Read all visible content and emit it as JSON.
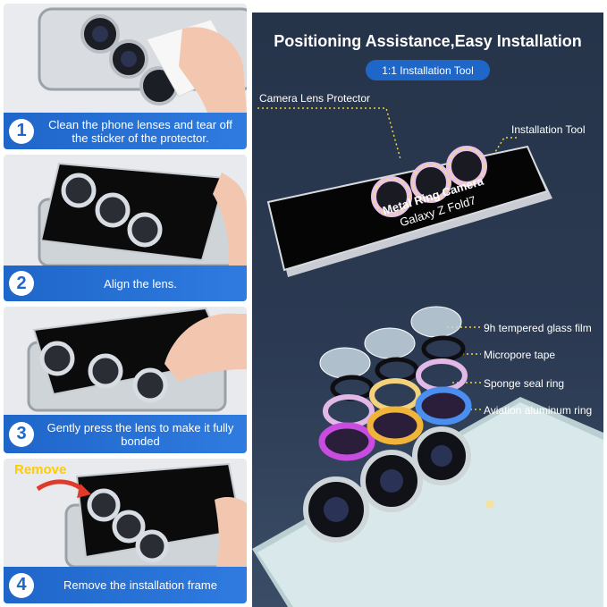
{
  "steps": [
    {
      "number": "1",
      "text": "Clean the phone lenses and tear off the sticker of the protector."
    },
    {
      "number": "2",
      "text": "Align the lens."
    },
    {
      "number": "3",
      "text": "Gently press the lens to make it fully bonded"
    },
    {
      "number": "4",
      "text": "Remove the installation frame"
    }
  ],
  "remove_label": "Remove",
  "tool_print": {
    "line1": "Metal Ring Camera",
    "line2": "Galaxy Z Fold7"
  },
  "right": {
    "title": "Positioning Assistance,Easy Installation",
    "pill": "1:1 Installation Tool",
    "labels": {
      "lens_protector": "Camera Lens Protector",
      "installation_tool": "Installation Tool",
      "glass": "9h tempered glass film",
      "tape": "Micropore tape",
      "sponge": "Sponge seal ring",
      "ring": "Aviation aluminum ring"
    }
  },
  "colors": {
    "accent": "#1f66c9",
    "dark_panel": "#2b3a52",
    "callout": "#f2d43a",
    "remove": "#ffcc00"
  }
}
